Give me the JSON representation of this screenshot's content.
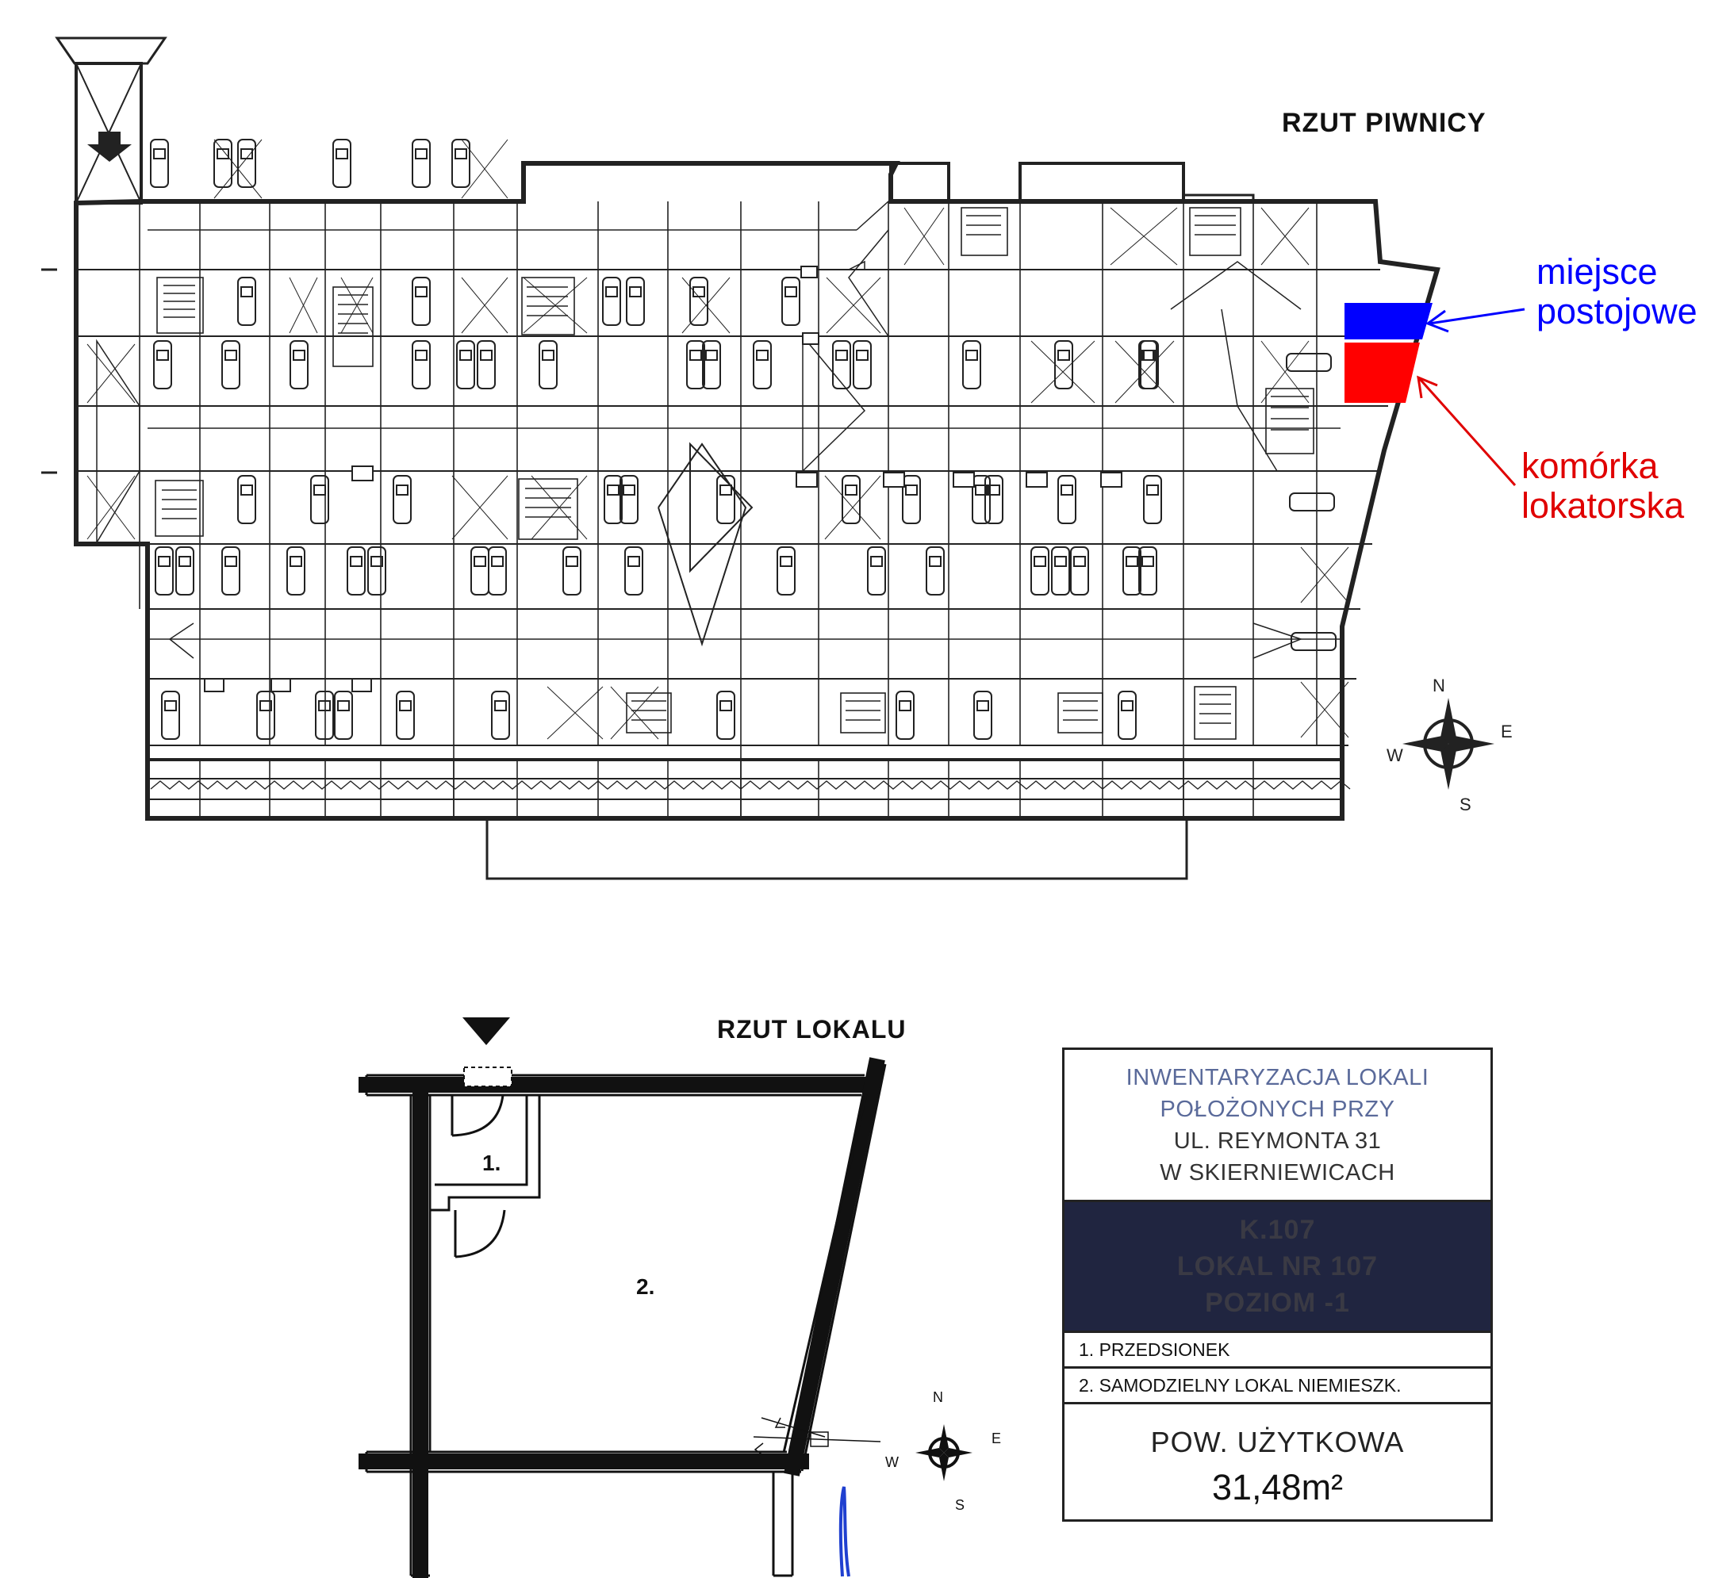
{
  "basement_plan": {
    "title": "RZUT PIWNICY"
  },
  "unit_plan": {
    "title": "RZUT LOKALU",
    "room_labels": [
      "1.",
      "2."
    ]
  },
  "legend": {
    "parking": {
      "label_line1": "miejsce",
      "label_line2": "postojowe",
      "color": "#0000ff"
    },
    "storage": {
      "label_line1": "komórka",
      "label_line2": "lokatorska",
      "color": "#ff0000"
    }
  },
  "compass": {
    "n": "N",
    "e": "E",
    "s": "S",
    "w": "W"
  },
  "info_box": {
    "header_lines": [
      "INWENTARYZACJA LOKALI",
      "POŁOŻONYCH PRZY",
      "UL. REYMONTA 31",
      "W SKIERNIEWICACH"
    ],
    "unit_lines": [
      "K.107",
      "LOKAL NR 107",
      "POZIOM -1"
    ],
    "rooms": [
      "1. PRZEDSIONEK",
      "2. SAMODZIELNY LOKAL NIEMIESZK."
    ],
    "area_label": "POW. UŻYTKOWA",
    "area_value": "31,48m²",
    "dark_color": "#202540"
  }
}
